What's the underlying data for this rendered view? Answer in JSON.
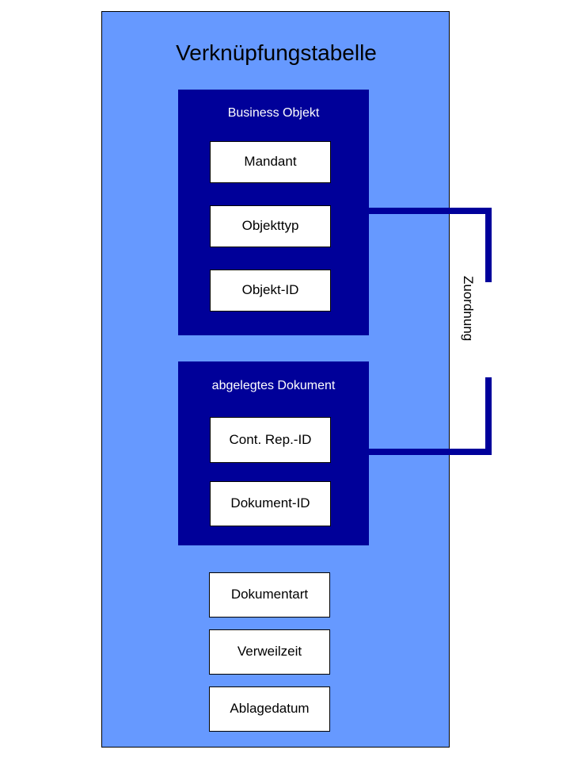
{
  "diagram": {
    "title": "Verknüpfungstabelle",
    "panel_color": "#6699ff",
    "group_color": "#000099",
    "field_color": "#ffffff",
    "connector_color": "#00009b",
    "groups": [
      {
        "title": "Business Objekt",
        "fields": [
          {
            "label": "Mandant"
          },
          {
            "label": "Objekttyp"
          },
          {
            "label": "Objekt-ID"
          }
        ]
      },
      {
        "title": "abgelegtes Dokument",
        "fields": [
          {
            "label": "Cont. Rep.-ID"
          },
          {
            "label": "Dokument-ID"
          }
        ]
      }
    ],
    "free_fields": [
      {
        "label": "Dokumentart"
      },
      {
        "label": "Verweilzeit"
      },
      {
        "label": "Ablagedatum"
      }
    ],
    "connector": {
      "label": "Zuordnung"
    }
  }
}
